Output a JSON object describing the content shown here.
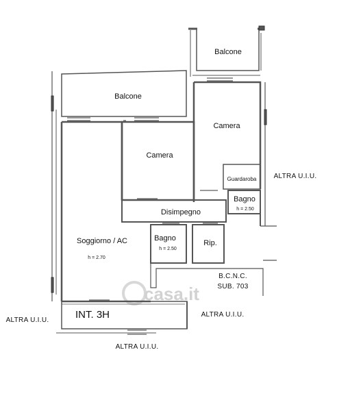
{
  "rooms": {
    "balcone_top": "Balcone",
    "balcone_main": "Balcone",
    "camera_right": "Camera",
    "camera_center": "Camera",
    "guardaroba": "Guardaroba",
    "bagno_right": "Bagno",
    "bagno_right_height": "h = 2.50",
    "disimpegno": "Disimpegno",
    "soggiorno": "Soggiorno / AC",
    "soggiorno_height": "h = 2.70",
    "bagno_center": "Bagno",
    "bagno_center_height": "h = 2.50",
    "ripostiglio": "Rip."
  },
  "annotations": {
    "altra_right": "ALTRA U.I.U.",
    "altra_left": "ALTRA U.I.U.",
    "altra_bottom_right": "ALTRA U.I.U.",
    "altra_bottom": "ALTRA U.I.U.",
    "bcnc_line1": "B.C.N.C.",
    "bcnc_line2": "SUB. 703",
    "unit_label": "INT. 3H"
  },
  "watermark": "casa.it",
  "colors": {
    "wall": "#555555",
    "line": "#777777",
    "text": "#111111"
  }
}
